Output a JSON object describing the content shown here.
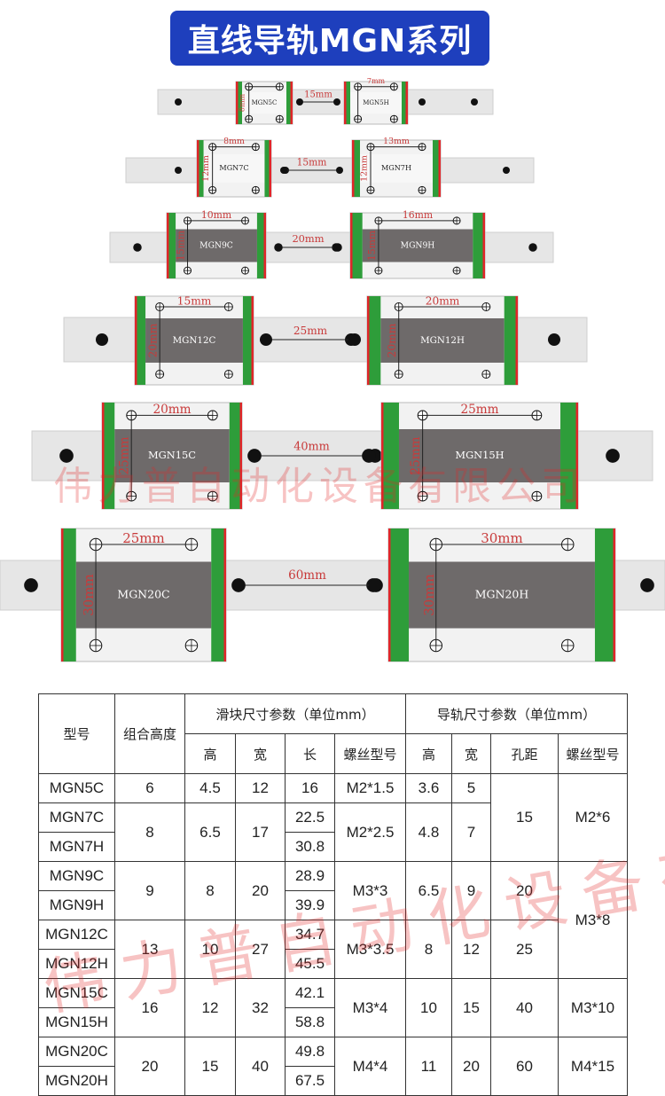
{
  "title": "直线导轨MGN系列",
  "watermark": "伟力普自动化设备有限公司",
  "diagram": {
    "rows": [
      {
        "pitch": "15mm",
        "blocks": [
          {
            "model": "MGN5C",
            "dim_h": "8mm",
            "dim_w": ""
          },
          {
            "model": "MGN5H",
            "dim_h": "",
            "dim_w": "7mm"
          }
        ]
      },
      {
        "pitch": "15mm",
        "blocks": [
          {
            "model": "MGN7C",
            "dim_h": "12mm",
            "dim_w": "8mm"
          },
          {
            "model": "MGN7H",
            "dim_h": "12mm",
            "dim_w": "13mm"
          }
        ]
      },
      {
        "pitch": "20mm",
        "blocks": [
          {
            "model": "MGN9C",
            "dim_h": "15mm",
            "dim_w": "10mm"
          },
          {
            "model": "MGN9H",
            "dim_h": "15mm",
            "dim_w": "16mm"
          }
        ]
      },
      {
        "pitch": "25mm",
        "blocks": [
          {
            "model": "MGN12C",
            "dim_h": "20mm",
            "dim_w": "15mm"
          },
          {
            "model": "MGN12H",
            "dim_h": "20mm",
            "dim_w": "20mm"
          }
        ]
      },
      {
        "pitch": "40mm",
        "blocks": [
          {
            "model": "MGN15C",
            "dim_h": "25mm",
            "dim_w": "20mm"
          },
          {
            "model": "MGN15H",
            "dim_h": "25mm",
            "dim_w": "25mm"
          }
        ]
      },
      {
        "pitch": "60mm",
        "blocks": [
          {
            "model": "MGN20C",
            "dim_h": "30mm",
            "dim_w": "25mm"
          },
          {
            "model": "MGN20H",
            "dim_h": "30mm",
            "dim_w": "30mm"
          }
        ]
      }
    ]
  },
  "table": {
    "headers": {
      "model": "型号",
      "assembly_height": "组合高度",
      "slider_group": "滑块尺寸参数（单位mm）",
      "rail_group": "导轨尺寸参数（单位mm）",
      "slider_cols": [
        "高",
        "宽",
        "长",
        "螺丝型号"
      ],
      "rail_cols": [
        "高",
        "宽",
        "孔距",
        "螺丝型号"
      ]
    },
    "rows": [
      [
        "MGN5C",
        "6",
        "4.5",
        "12",
        "16",
        "M2*1.5",
        "3.6",
        "5",
        "",
        "M2*6"
      ],
      [
        "MGN7C",
        "8",
        "6.5",
        "17",
        "22.5",
        "M2*2.5",
        "4.8",
        "7",
        "15",
        ""
      ],
      [
        "MGN7H",
        "",
        "",
        "",
        "30.8",
        "",
        "",
        "",
        "",
        ""
      ],
      [
        "MGN9C",
        "9",
        "8",
        "20",
        "28.9",
        "M3*3",
        "6.5",
        "9",
        "20",
        "M3*8"
      ],
      [
        "MGN9H",
        "",
        "",
        "",
        "39.9",
        "",
        "",
        "",
        "",
        ""
      ],
      [
        "MGN12C",
        "13",
        "10",
        "27",
        "34.7",
        "M3*3.5",
        "8",
        "12",
        "25",
        ""
      ],
      [
        "MGN12H",
        "",
        "",
        "",
        "45.5",
        "",
        "",
        "",
        "",
        ""
      ],
      [
        "MGN15C",
        "16",
        "12",
        "32",
        "42.1",
        "M3*4",
        "10",
        "15",
        "40",
        "M3*10"
      ],
      [
        "MGN15H",
        "",
        "",
        "",
        "58.8",
        "",
        "",
        "",
        "",
        ""
      ],
      [
        "MGN20C",
        "20",
        "15",
        "40",
        "49.8",
        "M4*4",
        "11",
        "20",
        "60",
        "M4*15"
      ],
      [
        "MGN20H",
        "",
        "",
        "",
        "67.5",
        "",
        "",
        "",
        "",
        ""
      ]
    ]
  },
  "colors": {
    "banner": "#1e3fbd",
    "rail": "#e6e6e6",
    "block_face": "#6e6a6a",
    "seal_green": "#2e9d3a",
    "seal_red": "#e0262a",
    "dim_text": "#c83a3a"
  }
}
